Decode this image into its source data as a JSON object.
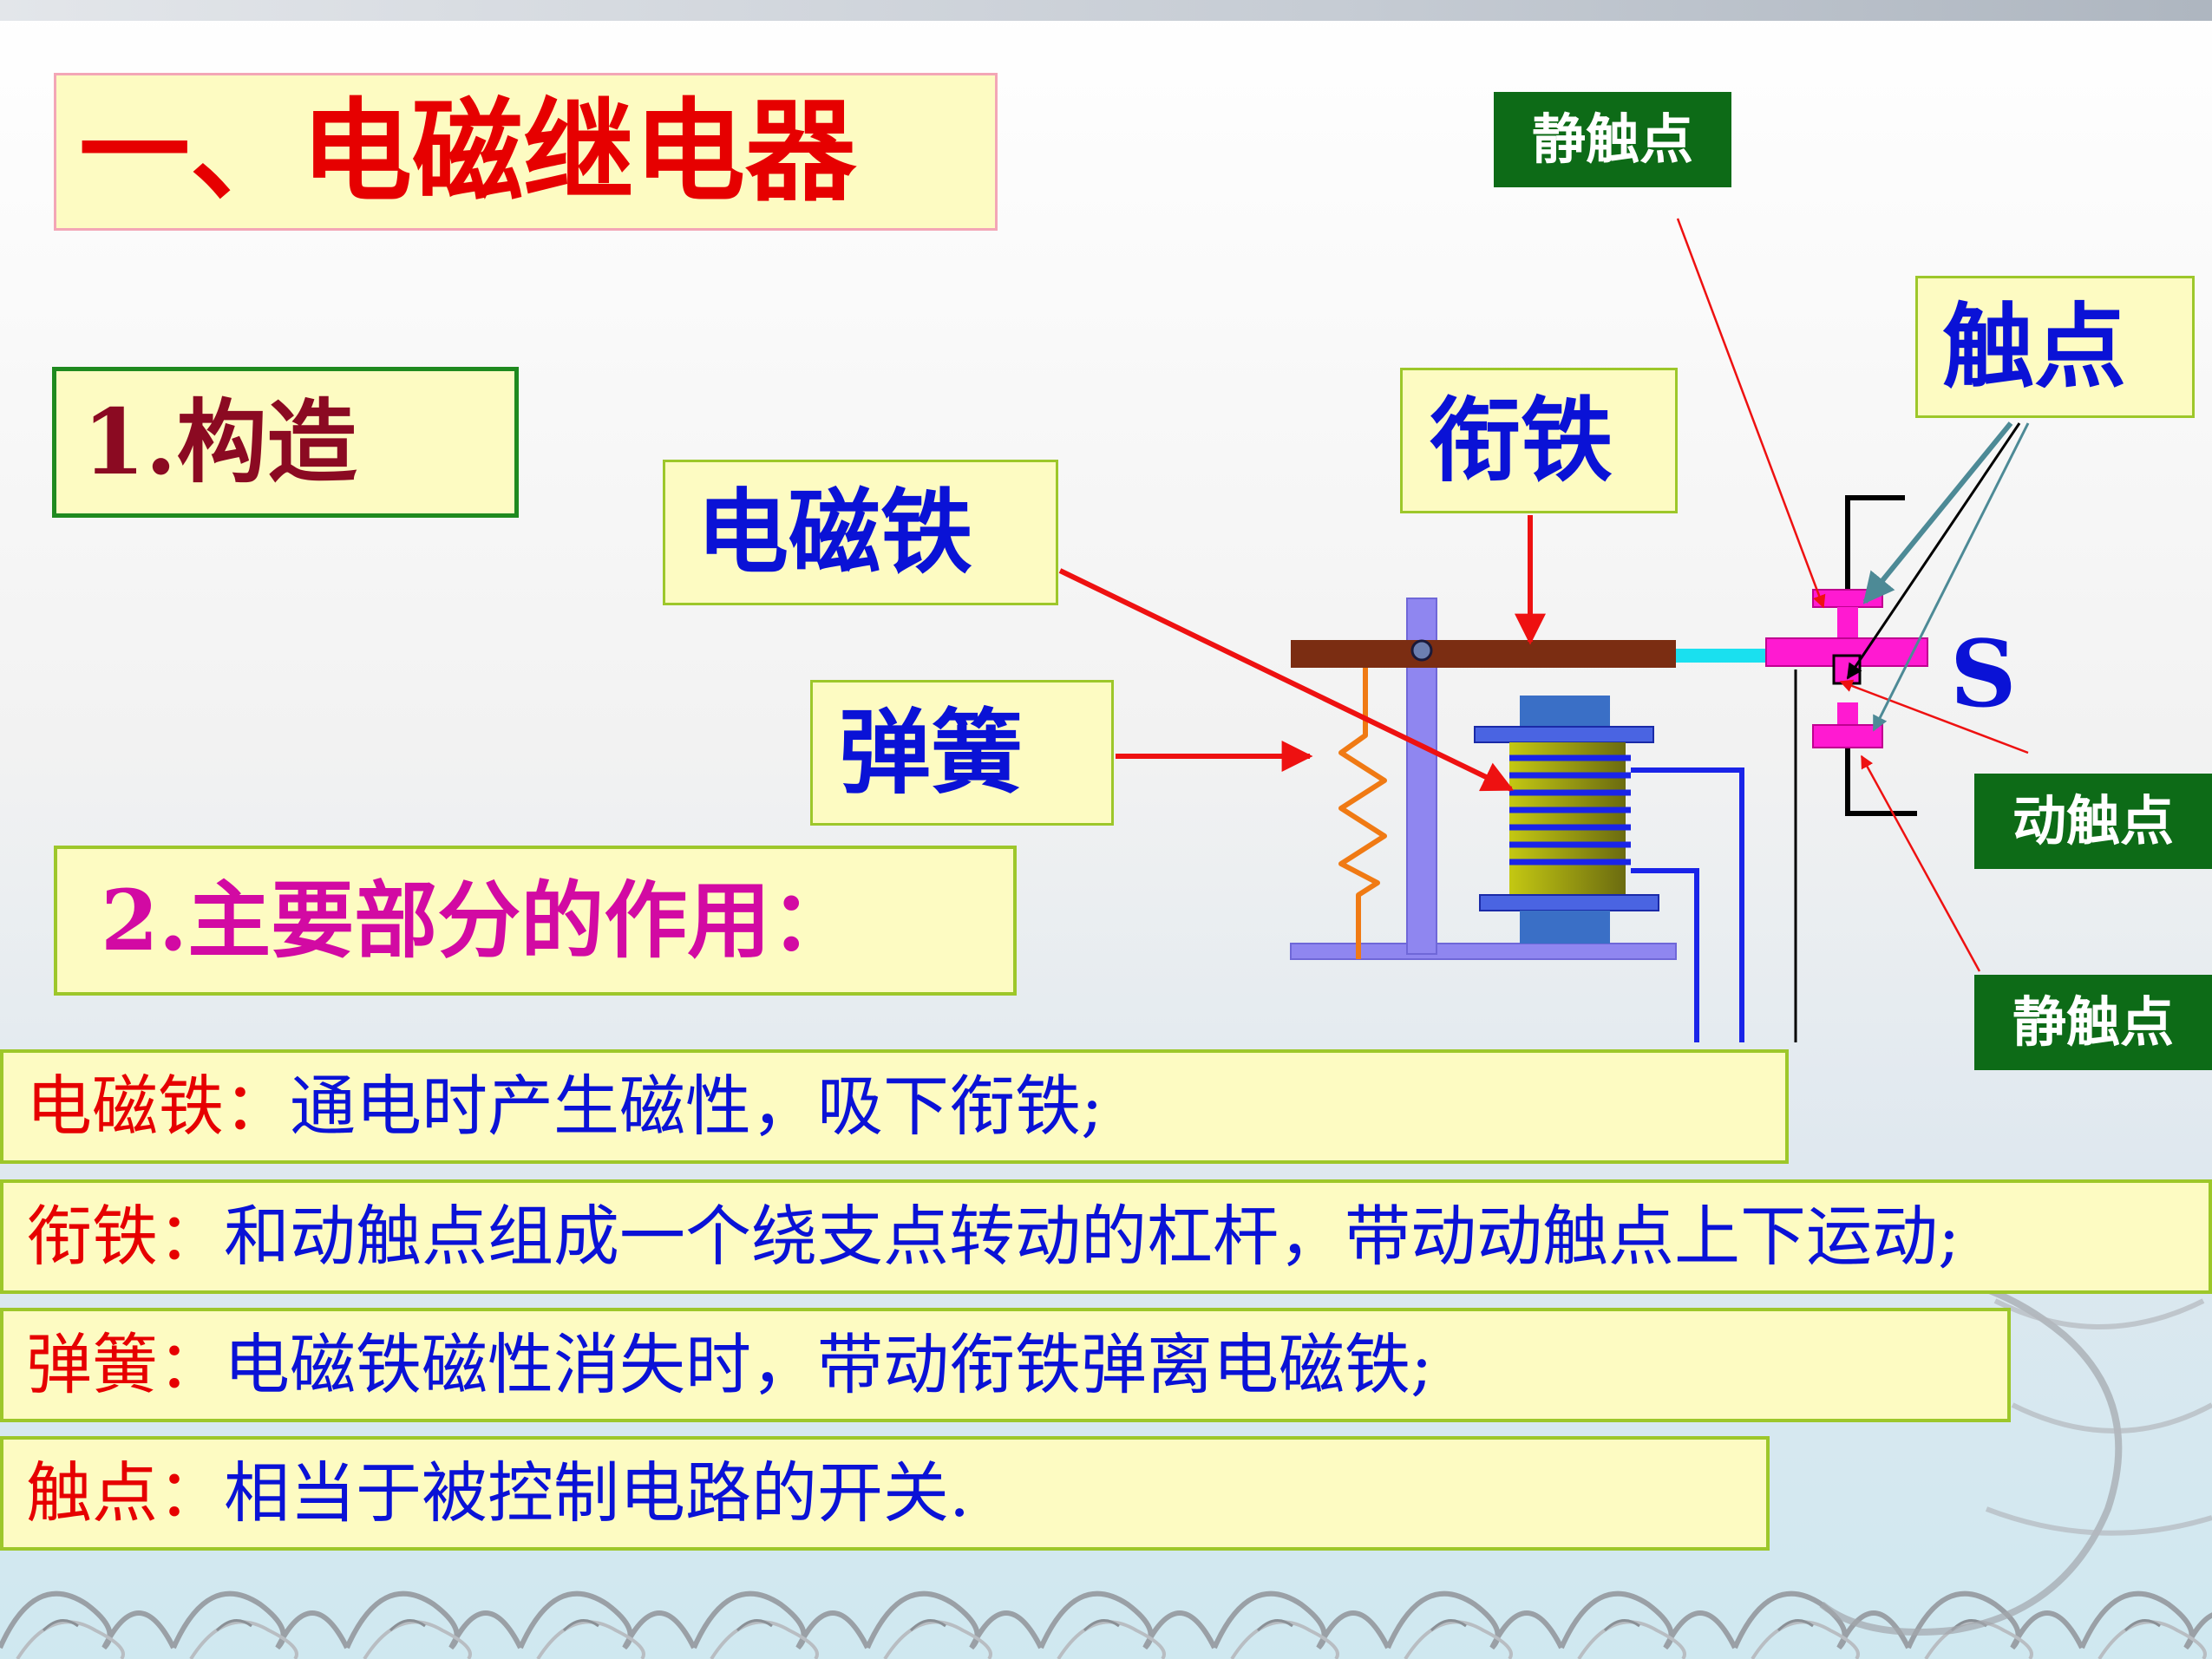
{
  "title": "一、电磁继电器",
  "section1": "1.构造",
  "section2": "2.主要部分的作用：",
  "labels": {
    "electromagnet": "电磁铁",
    "armature": "衔铁",
    "contacts": "触点",
    "spring": "弹簧",
    "static_contact_top": "静触点",
    "moving_contact": "动触点",
    "static_contact_bottom": "静触点",
    "switch": "S"
  },
  "functions": [
    {
      "term": "电磁铁：",
      "desc": "通电时产生磁性，吸下衔铁;"
    },
    {
      "term": "衔铁：",
      "desc": "和动触点组成一个绕支点转动的杠杆，带动动触点上下运动;"
    },
    {
      "term": "弹簧：",
      "desc": "电磁铁磁性消失时，带动衔铁弹离电磁铁;"
    },
    {
      "term": "触点：",
      "desc": "相当于被控制电路的开关."
    }
  ],
  "colors": {
    "heading_red": "#e60000",
    "label_blue": "#0a12d6",
    "tag_green": "#0d6b17",
    "box_fill": "#fdfbc2",
    "box_border": "#9dc72a",
    "armature_brown": "#7b2d12",
    "contact_magenta": "#ff1ad1"
  }
}
